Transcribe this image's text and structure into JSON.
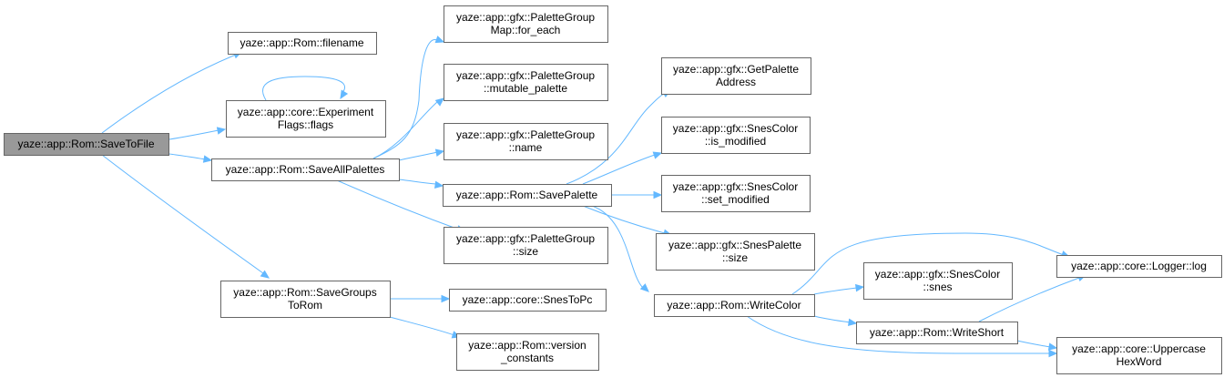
{
  "colors": {
    "edge": "#63b8ff",
    "node_border": "#666666",
    "root_fill": "#999999"
  },
  "nodes": {
    "savetofile": {
      "lines": [
        "yaze::app::Rom::SaveToFile"
      ],
      "root": true
    },
    "filename": {
      "lines": [
        "yaze::app::Rom::filename"
      ]
    },
    "expflags": {
      "lines": [
        "yaze::app::core::Experiment",
        "Flags::flags"
      ]
    },
    "saveallpalettes": {
      "lines": [
        "yaze::app::Rom::SaveAllPalettes"
      ]
    },
    "savegroups": {
      "lines": [
        "yaze::app::Rom::SaveGroups",
        "ToRom"
      ]
    },
    "foreach": {
      "lines": [
        "yaze::app::gfx::PaletteGroup",
        "Map::for_each"
      ]
    },
    "mutable": {
      "lines": [
        "yaze::app::gfx::PaletteGroup",
        "::mutable_palette"
      ]
    },
    "pgname": {
      "lines": [
        "yaze::app::gfx::PaletteGroup",
        "::name"
      ]
    },
    "savepalette": {
      "lines": [
        "yaze::app::Rom::SavePalette"
      ]
    },
    "pgsize": {
      "lines": [
        "yaze::app::gfx::PaletteGroup",
        "::size"
      ]
    },
    "snestopc": {
      "lines": [
        "yaze::app::core::SnesToPc"
      ]
    },
    "version": {
      "lines": [
        "yaze::app::Rom::version",
        "_constants"
      ]
    },
    "getpaladdr": {
      "lines": [
        "yaze::app::gfx::GetPalette",
        "Address"
      ]
    },
    "ismodified": {
      "lines": [
        "yaze::app::gfx::SnesColor",
        "::is_modified"
      ]
    },
    "setmodified": {
      "lines": [
        "yaze::app::gfx::SnesColor",
        "::set_modified"
      ]
    },
    "spsize": {
      "lines": [
        "yaze::app::gfx::SnesPalette",
        "::size"
      ]
    },
    "writecolor": {
      "lines": [
        "yaze::app::Rom::WriteColor"
      ]
    },
    "snes": {
      "lines": [
        "yaze::app::gfx::SnesColor",
        "::snes"
      ]
    },
    "writeshort": {
      "lines": [
        "yaze::app::Rom::WriteShort"
      ]
    },
    "loggerlog": {
      "lines": [
        "yaze::app::core::Logger::log"
      ]
    },
    "uppercase": {
      "lines": [
        "yaze::app::core::Uppercase",
        "HexWord"
      ]
    }
  },
  "edges": [
    [
      "savetofile",
      "filename"
    ],
    [
      "savetofile",
      "expflags"
    ],
    [
      "savetofile",
      "saveallpalettes"
    ],
    [
      "savetofile",
      "savegroups"
    ],
    [
      "expflags",
      "expflags"
    ],
    [
      "saveallpalettes",
      "foreach"
    ],
    [
      "saveallpalettes",
      "mutable"
    ],
    [
      "saveallpalettes",
      "pgname"
    ],
    [
      "saveallpalettes",
      "savepalette"
    ],
    [
      "saveallpalettes",
      "pgsize"
    ],
    [
      "savegroups",
      "snestopc"
    ],
    [
      "savegroups",
      "version"
    ],
    [
      "savepalette",
      "getpaladdr"
    ],
    [
      "savepalette",
      "ismodified"
    ],
    [
      "savepalette",
      "setmodified"
    ],
    [
      "savepalette",
      "spsize"
    ],
    [
      "savepalette",
      "writecolor"
    ],
    [
      "writecolor",
      "loggerlog"
    ],
    [
      "writecolor",
      "snes"
    ],
    [
      "writecolor",
      "writeshort"
    ],
    [
      "writecolor",
      "uppercase"
    ],
    [
      "writeshort",
      "loggerlog"
    ],
    [
      "writeshort",
      "uppercase"
    ]
  ]
}
